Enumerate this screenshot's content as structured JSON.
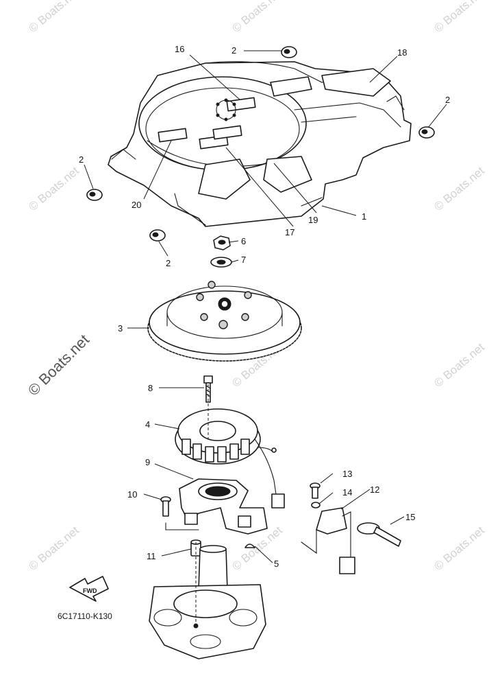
{
  "diagram": {
    "drawing_code": "6C17110-K130",
    "watermark": "© Boats.net",
    "fwd_label": "FWD",
    "callouts": {
      "c1": "1",
      "c2a": "2",
      "c2b": "2",
      "c2c": "2",
      "c2d": "2",
      "c3": "3",
      "c4": "4",
      "c5": "5",
      "c6": "6",
      "c7": "7",
      "c8": "8",
      "c9": "9",
      "c10": "10",
      "c11": "11",
      "c12": "12",
      "c13": "13",
      "c14": "14",
      "c15": "15",
      "c16": "16",
      "c17": "17",
      "c18": "18",
      "c19": "19",
      "c20": "20"
    }
  }
}
